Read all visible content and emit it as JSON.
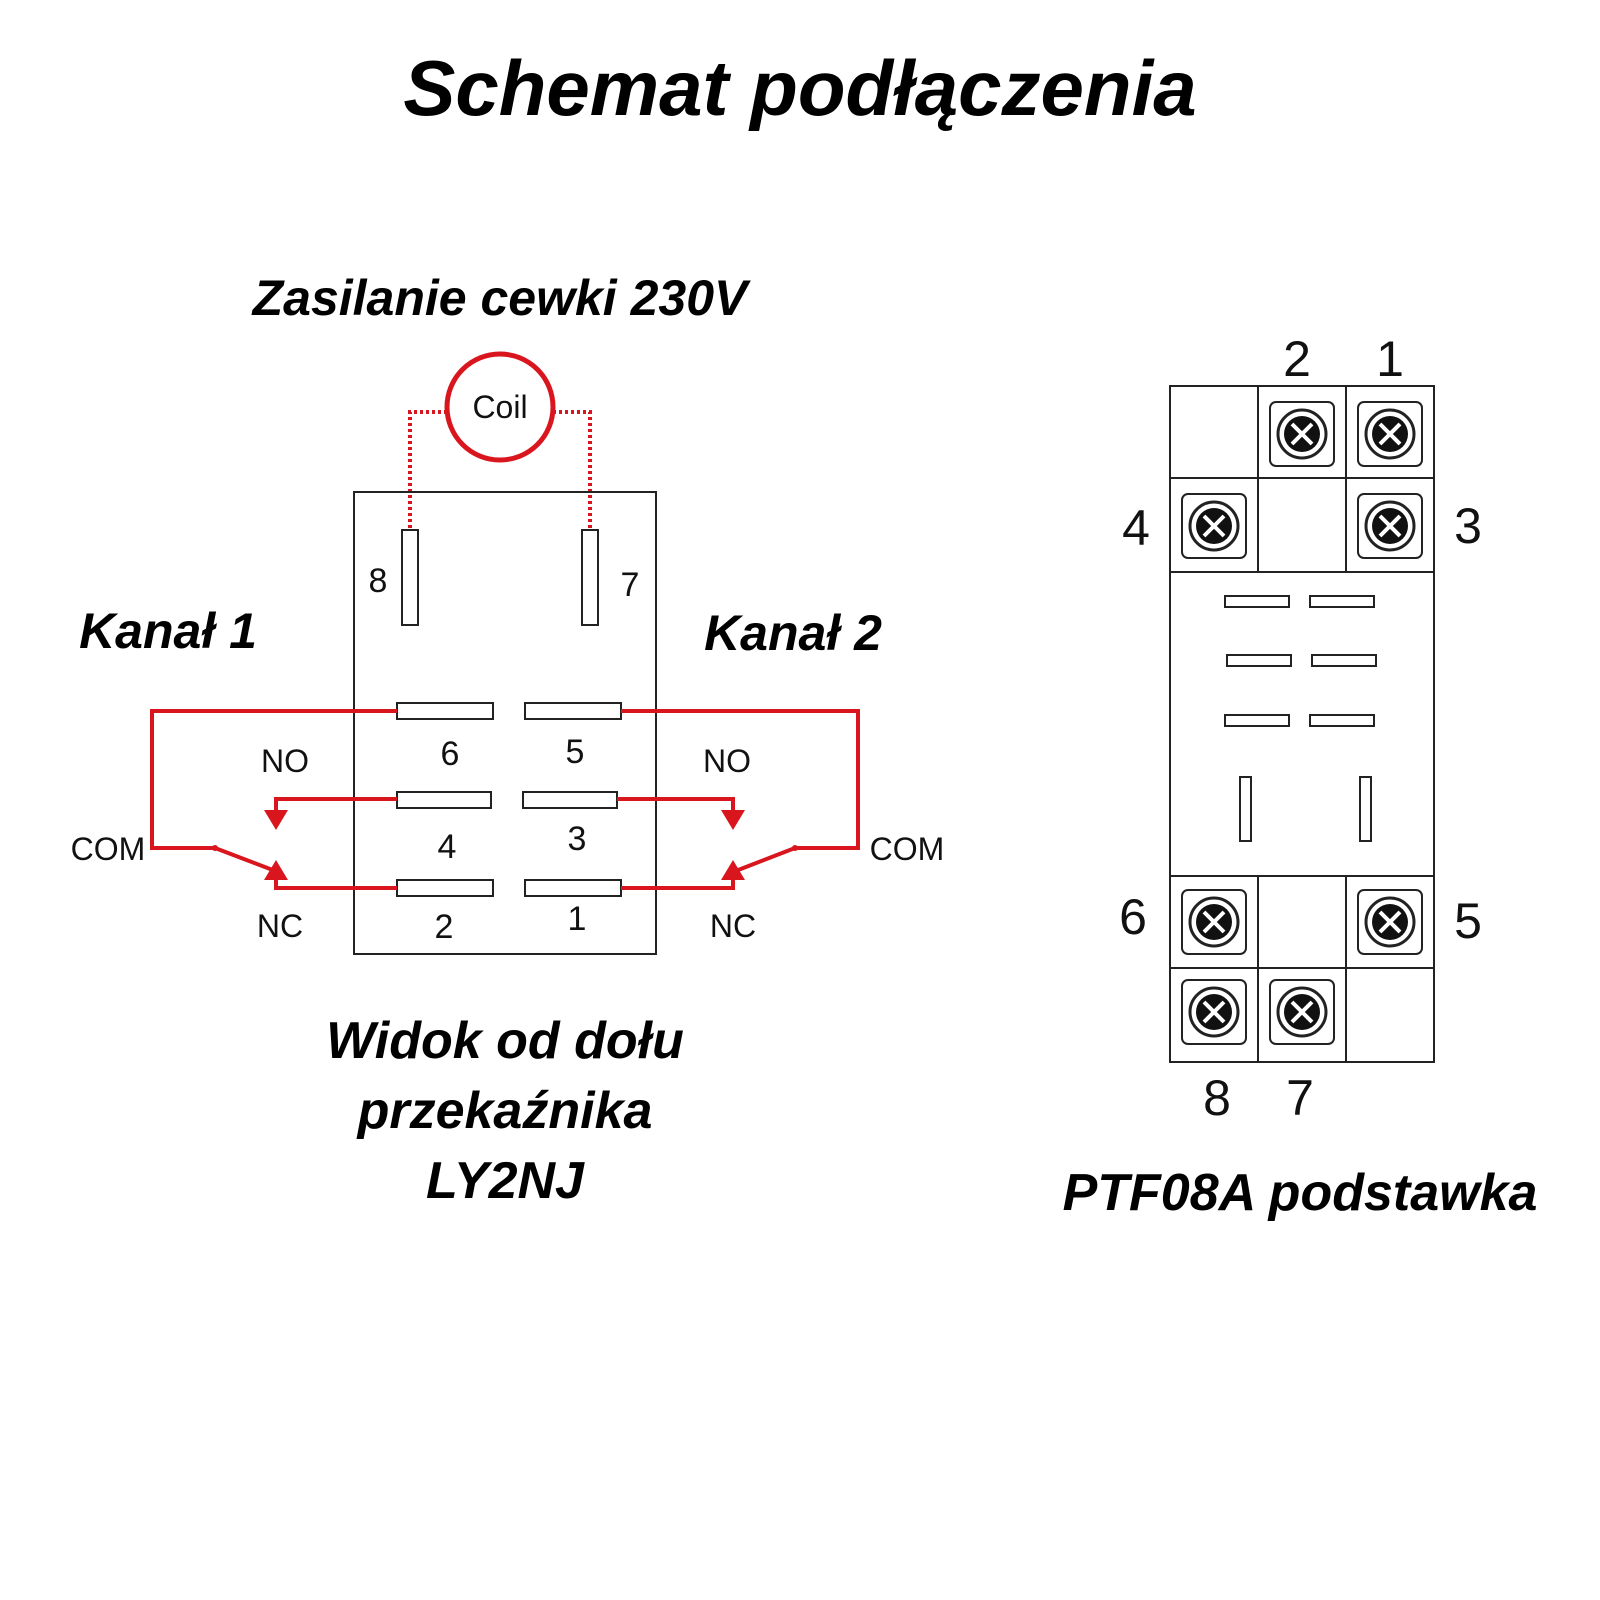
{
  "title": "Schemat podłączenia",
  "colors": {
    "wire": "#d9161e",
    "line": "#222222",
    "background": "#ffffff"
  },
  "relay": {
    "coil_supply_label": "Zasilanie cewki 230V",
    "coil_label": "Coil",
    "channel1_label": "Kanał 1",
    "channel2_label": "Kanał 2",
    "pins": {
      "p1": "1",
      "p2": "2",
      "p3": "3",
      "p4": "4",
      "p5": "5",
      "p6": "6",
      "p7": "7",
      "p8": "8"
    },
    "contacts": {
      "no": "NO",
      "nc": "NC",
      "com": "COM"
    },
    "caption_line1": "Widok od dołu",
    "caption_line2": "przekaźnika",
    "caption_line3": "LY2NJ"
  },
  "socket": {
    "terminals": {
      "t1": "1",
      "t2": "2",
      "t3": "3",
      "t4": "4",
      "t5": "5",
      "t6": "6",
      "t7": "7",
      "t8": "8"
    },
    "screw_icon": "screw-terminal-icon",
    "caption": "PTF08A podstawka"
  }
}
